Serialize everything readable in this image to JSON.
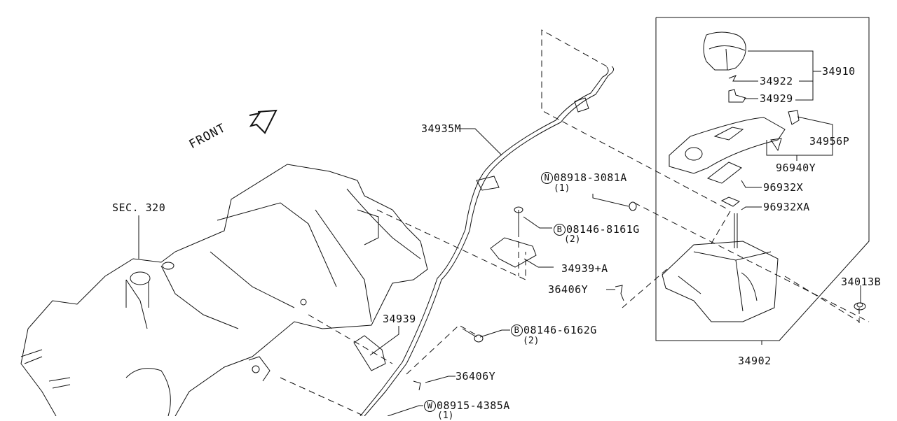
{
  "diagram": {
    "orientation_label": "FRONT",
    "section_ref": "SEC. 320",
    "parts": {
      "p34910": "34910",
      "p34922": "34922",
      "p34929": "34929",
      "p34956P": "34956P",
      "p96940Y": "96940Y",
      "p96932X": "96932X",
      "p96932XA": "96932XA",
      "p34935M": "34935M",
      "p08918": {
        "prefix": "N",
        "number": "08918-3081A",
        "qty": "(1)"
      },
      "p08146_8161G": {
        "prefix": "B",
        "number": "08146-8161G",
        "qty": "(2)"
      },
      "p34939A": "34939+A",
      "p36406Y_upper": "36406Y",
      "p34013B": "34013B",
      "p34902": "34902",
      "p34939": "34939",
      "p08146_6162G": {
        "prefix": "B",
        "number": "08146-6162G",
        "qty": "(2)"
      },
      "p36406Y_lower": "36406Y",
      "p08915": {
        "prefix": "W",
        "number": "08915-4385A",
        "qty": "(1)"
      }
    }
  }
}
